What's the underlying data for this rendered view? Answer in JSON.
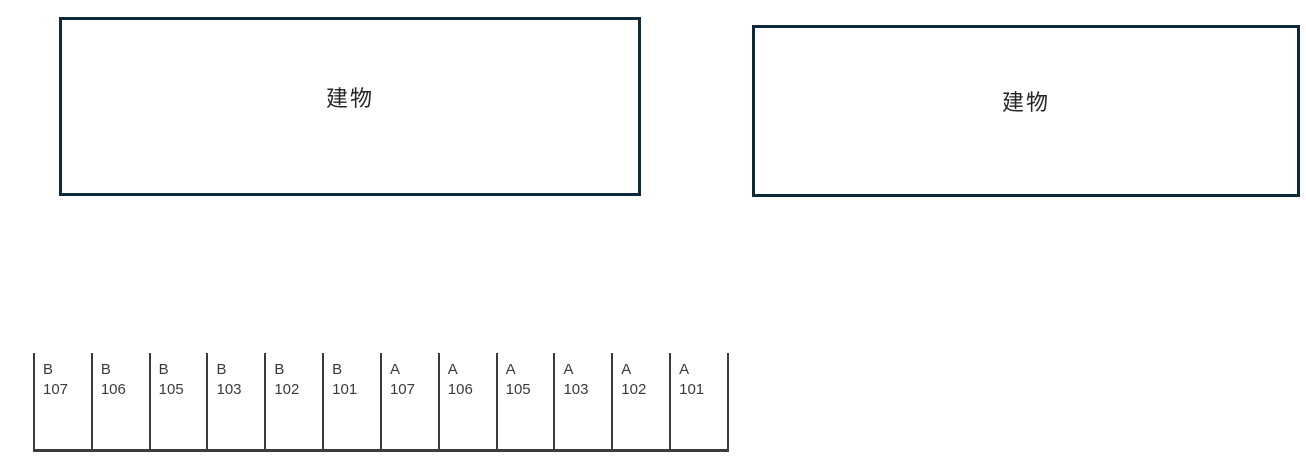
{
  "diagram": {
    "buildings": [
      {
        "label": "建物"
      },
      {
        "label": "建物"
      }
    ],
    "parking": {
      "stalls": [
        {
          "block": "B",
          "number": "107"
        },
        {
          "block": "B",
          "number": "106"
        },
        {
          "block": "B",
          "number": "105"
        },
        {
          "block": "B",
          "number": "103"
        },
        {
          "block": "B",
          "number": "102"
        },
        {
          "block": "B",
          "number": "101"
        },
        {
          "block": "A",
          "number": "107"
        },
        {
          "block": "A",
          "number": "106"
        },
        {
          "block": "A",
          "number": "105"
        },
        {
          "block": "A",
          "number": "103"
        },
        {
          "block": "A",
          "number": "102"
        },
        {
          "block": "A",
          "number": "101"
        }
      ]
    },
    "colors": {
      "building_border": "#0e2a38",
      "stall_line": "#3b3b3b",
      "stall_text": "#3b3b3b",
      "building_text": "#262626",
      "background": "#ffffff"
    }
  }
}
